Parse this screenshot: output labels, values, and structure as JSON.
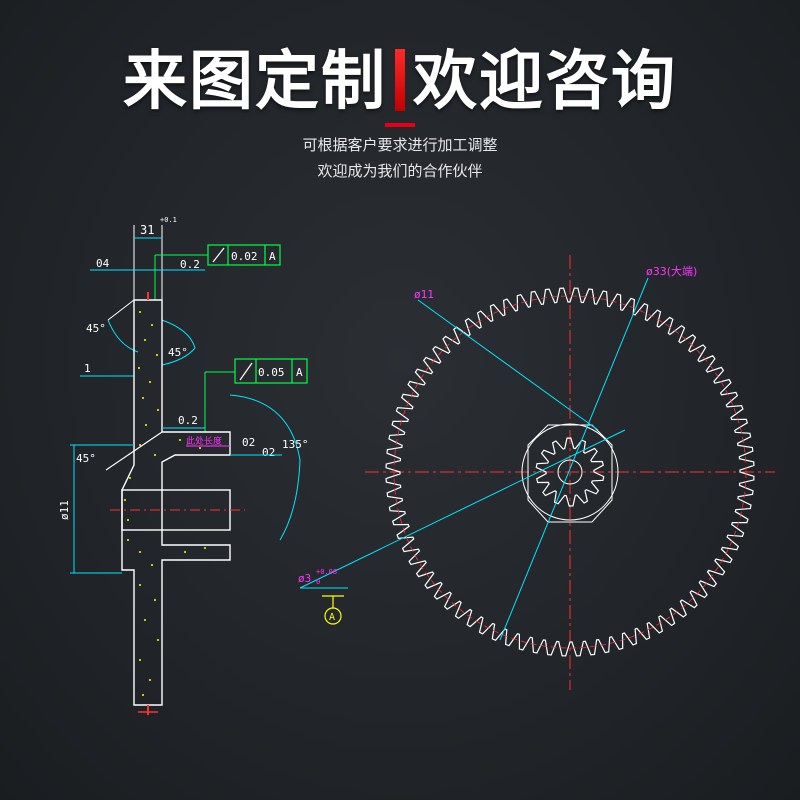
{
  "headline": {
    "part1": "来图定制",
    "part2": "欢迎咨询"
  },
  "subtitle": {
    "line1": "可根据客户要求进行加工调整",
    "line2": "欢迎成为我们的合作伙伴"
  },
  "colors": {
    "accent": "#e60012",
    "cad_cyan": "#00e5ff",
    "cad_magenta": "#ff33ff",
    "cad_red": "#ff3030",
    "cad_green": "#00ff44",
    "cad_yellow": "#ffff00",
    "cad_white": "#ffffff"
  },
  "left_drawing": {
    "dims": {
      "top_width": "31",
      "top_width_tol": "+0.1",
      "d04": "04",
      "d02a": "0.2",
      "d45a": "45°",
      "d45b": "45°",
      "d1": "1",
      "d02b": "0.2",
      "d02c": "02",
      "d02d": "02",
      "d135": "135°",
      "d45c": "45°",
      "phi11": "ø11",
      "note_label": "此处长度"
    },
    "tolerance_1": {
      "value": "0.02",
      "datum": "A"
    },
    "tolerance_2": {
      "value": "0.05",
      "datum": "A"
    }
  },
  "right_drawing": {
    "phi11": "ø11",
    "phi33": "ø33(大端)",
    "phi3": "ø3",
    "phi3_tol": "+0.08",
    "phi3_tol_low": "0",
    "datum": "A"
  }
}
